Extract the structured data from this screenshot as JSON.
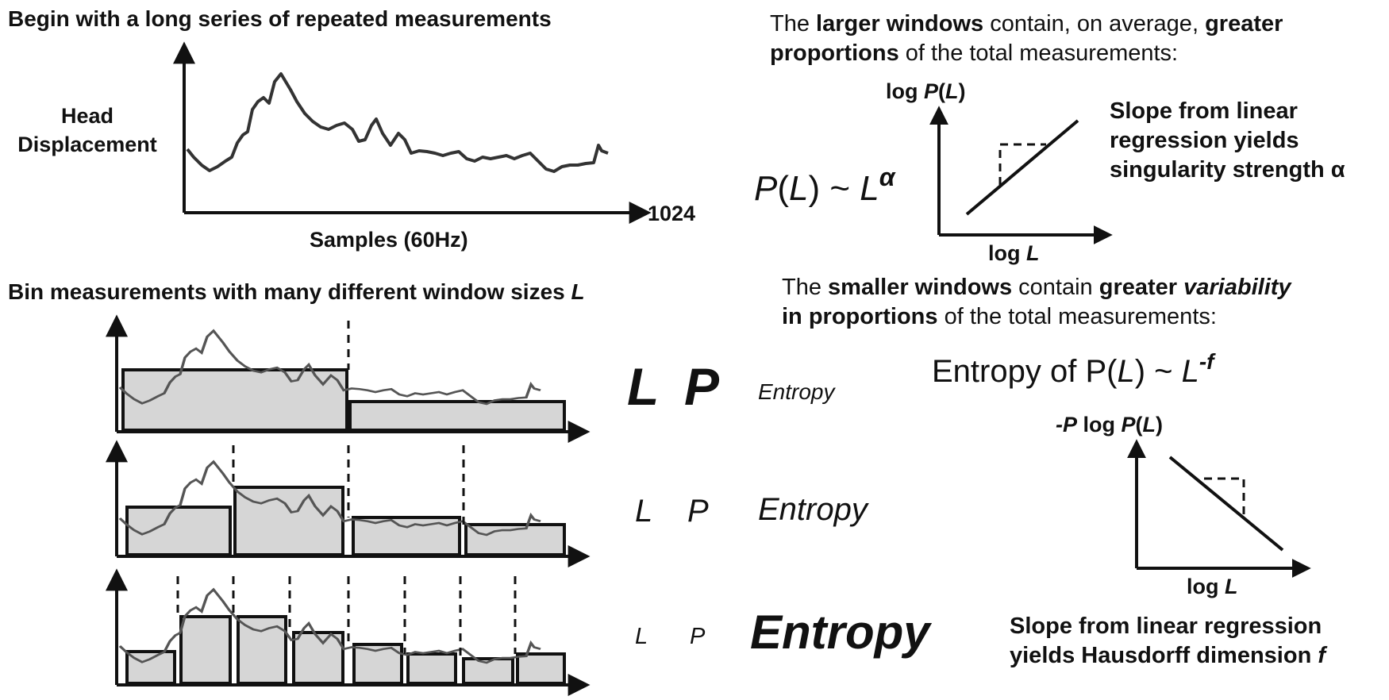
{
  "left": {
    "top_title": "Begin with a long series of repeated measurements",
    "y_label_line1": "Head",
    "y_label_line2": "Displacement",
    "x_label": "Samples (60Hz)",
    "x_end": "1024",
    "bin_title_prefix": "Bin measurements with many different window sizes ",
    "bin_title_var": "L",
    "rows": [
      {
        "l": "L",
        "p": "P",
        "entropy": "Entropy"
      },
      {
        "l": "L",
        "p": "P",
        "entropy": "Entropy"
      },
      {
        "l": "L",
        "p": "P",
        "entropy": "Entropy"
      }
    ]
  },
  "right": {
    "p1": {
      "t1": "The ",
      "t2": "larger windows",
      "t3": " contain, on average, ",
      "t4": "greater",
      "t5": "proportions",
      "t6": " of the total measurements:"
    },
    "formula1": {
      "a": "P",
      "b": "(",
      "c": "L",
      "d": ") ~ ",
      "e": "L",
      "sup": "α"
    },
    "plot1": {
      "y_a": "log ",
      "y_b": "P",
      "y_c": "(",
      "y_d": "L",
      "y_e": ")",
      "x_a": "log ",
      "x_b": "L"
    },
    "slope1": {
      "l1": "Slope from linear",
      "l2": "regression yields",
      "l3": "singularity strength α"
    },
    "p2": {
      "t1": "The ",
      "t2": "smaller windows",
      "t3": " contain ",
      "t4": "greater ",
      "t5": "variability",
      "t6": "in proportions",
      "t7": " of the total measurements:"
    },
    "formula2": {
      "a": "Entropy of P(",
      "b": "L",
      "c": ") ~ ",
      "d": "L",
      "sup": "-f"
    },
    "plot2": {
      "y_a": "-P",
      "y_b": " log ",
      "y_c": "P",
      "y_d": "(",
      "y_e": "L",
      "y_f": ")",
      "x_a": "log ",
      "x_b": "L"
    },
    "slope2": {
      "l1": "Slope from linear regression",
      "l2a": "yields Hausdorff dimension ",
      "l2b": "f"
    }
  }
}
